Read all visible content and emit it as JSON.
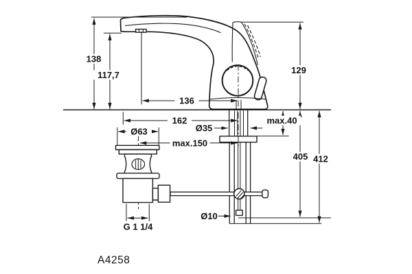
{
  "product": {
    "code": "A4258"
  },
  "colors": {
    "line": "#1a1a1a",
    "background": "#ffffff"
  },
  "dimensions": {
    "spout_height": "138",
    "outlet_height": "117,7",
    "spout_reach": "136",
    "handle_height": "129",
    "overall_reach": "162",
    "max_deck_thickness": "max.40",
    "shank_diameter": "Ø35",
    "waste_flange_diameter": "Ø63",
    "max_waste_distance": "max.150",
    "hose_length_short": "405",
    "hose_length_long": "412",
    "rod_diameter": "Ø10",
    "waste_thread": "G 1 1/4"
  }
}
